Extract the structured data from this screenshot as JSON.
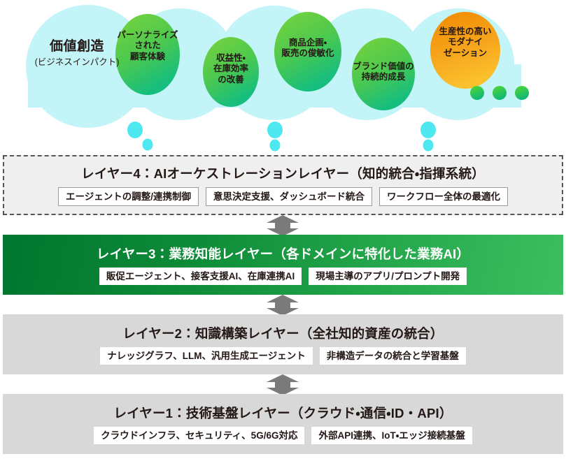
{
  "diagram": {
    "title_region": {
      "headline": "価値創造",
      "subline": "(ビジネスインパクト)"
    },
    "value_bubbles": [
      {
        "id": "personalized-cx",
        "label": "パーソナライズ\nされた\n顧客体験",
        "color_start": "#6ecf3e",
        "color_end": "#1ebf7a"
      },
      {
        "id": "profit-inventory",
        "label": "収益性・\n在庫効率\nの改善",
        "color_start": "#6ecf3e",
        "color_end": "#1ebf7a"
      },
      {
        "id": "product-agility",
        "label": "商品企画・\n販売の俊敏化",
        "color_start": "#6ecf3e",
        "color_end": "#1ebf7a"
      },
      {
        "id": "brand-growth",
        "label": "ブランド価値の\n持続的成長",
        "color_start": "#6ecf3e",
        "color_end": "#1ebf7a"
      },
      {
        "id": "modernization",
        "label": "生産性の高い\nモダナイ\nゼーション",
        "color_start": "#f39200",
        "color_end": "#f9b233"
      }
    ],
    "accent_dots": {
      "count": 3,
      "color_start": "#4cd137",
      "color_end": "#13b86b"
    },
    "cloud_color": "#c3f4f7",
    "small_bubble_color": "#4fe8f0",
    "layers": [
      {
        "id": "layer-4",
        "title": "レイヤー4：AIオーケストレーションレイヤー（知的統合・指揮系統）",
        "chips": [
          "エージェントの調整/連携制御",
          "意思決定支援、ダッシュボード統合",
          "ワークフロー全体の最適化"
        ],
        "style": "dashed-gray",
        "bg": "#efefef",
        "text_color": "#231815"
      },
      {
        "id": "layer-3",
        "title": "レイヤー3：業務知能レイヤー（各ドメインに特化した業務AI）",
        "chips": [
          "販促エージェント、接客支援AI、在庫連携AI",
          "現場主導のアプリ/プロンプト開発"
        ],
        "style": "green-gradient",
        "bg": "#00762e",
        "text_color": "#ffffff"
      },
      {
        "id": "layer-2",
        "title": "レイヤー2：知識構築レイヤー（全社知的資産の統合）",
        "chips": [
          "ナレッジグラフ、LLM、汎用生成エージェント",
          "非構造データの統合と学習基盤"
        ],
        "style": "flat-gray",
        "bg": "#d8d8d8",
        "text_color": "#231815"
      },
      {
        "id": "layer-1",
        "title": "レイヤー1：技術基盤レイヤー（クラウド・通信・ID・API）",
        "chips": [
          "クラウドインフラ、セキュリティ、5G/6G対応",
          "外部API連携、IoT・エッジ接続基盤"
        ],
        "style": "flat-gray",
        "bg": "#d8d8d8",
        "text_color": "#231815"
      }
    ],
    "connectors": [
      {
        "id": "connector-4-3",
        "between": "layer-4 / layer-3",
        "direction": "bidirectional",
        "color": "#7a7a7a"
      },
      {
        "id": "connector-3-2",
        "between": "layer-3 / layer-2",
        "direction": "bidirectional",
        "color": "#7a7a7a"
      },
      {
        "id": "connector-2-1",
        "between": "layer-2 / layer-1",
        "direction": "bidirectional",
        "color": "#7a7a7a"
      }
    ]
  }
}
